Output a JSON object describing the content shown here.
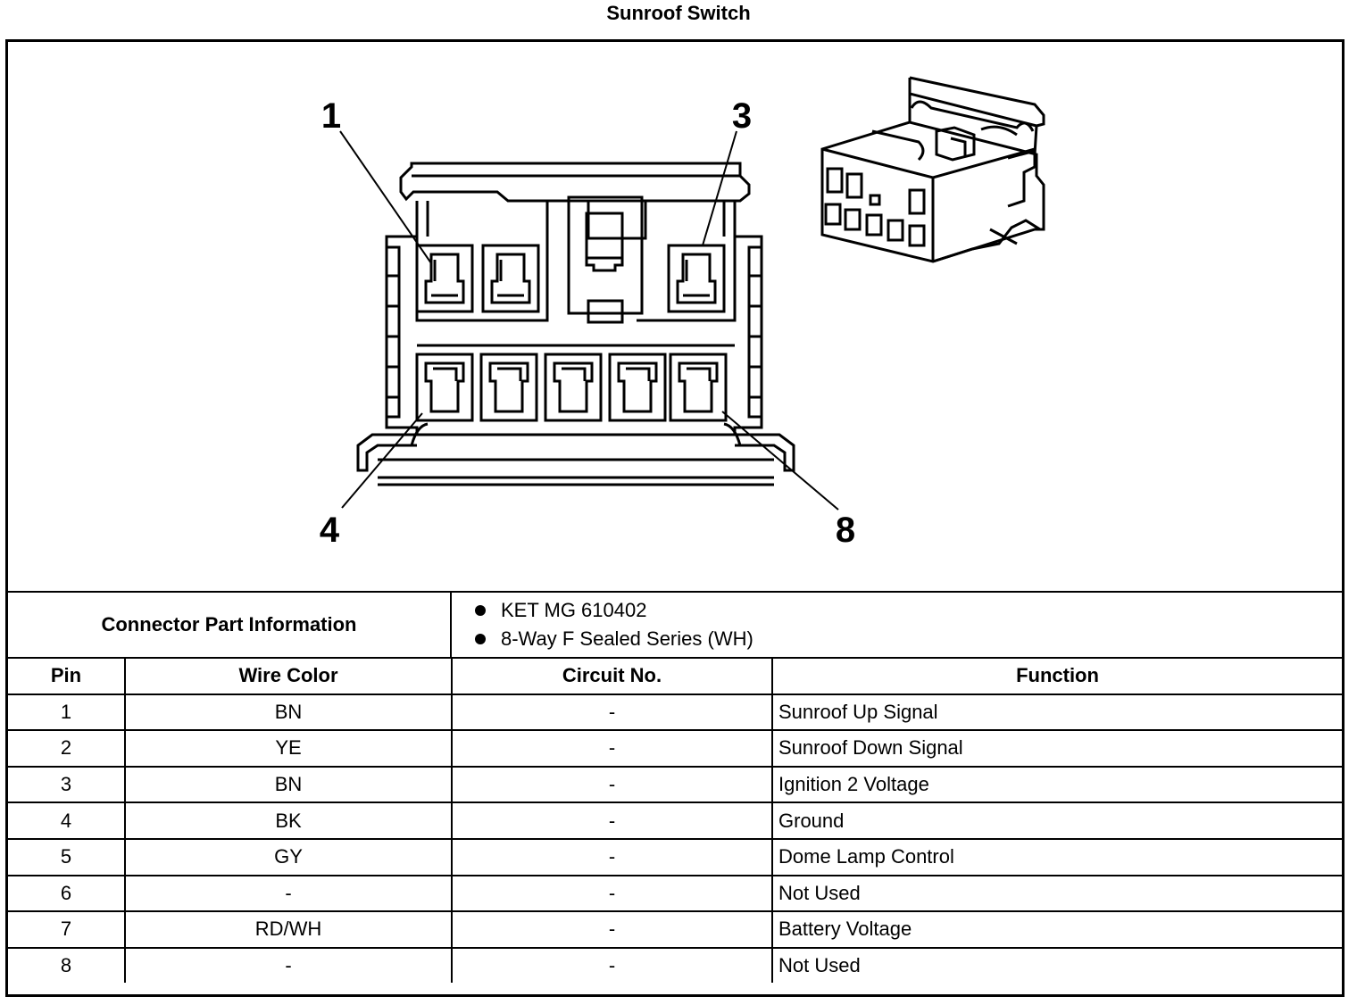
{
  "title": "Sunroof Switch",
  "diagram": {
    "pin_callouts": [
      "1",
      "3",
      "4",
      "8"
    ]
  },
  "connector_info": {
    "label": "Connector Part Information",
    "items": [
      "KET MG 610402",
      "8-Way F Sealed Series (WH)"
    ]
  },
  "table": {
    "headers": [
      "Pin",
      "Wire Color",
      "Circuit No.",
      "Function"
    ],
    "rows": [
      {
        "pin": "1",
        "wire": "BN",
        "circuit": "-",
        "function": "Sunroof Up Signal"
      },
      {
        "pin": "2",
        "wire": "YE",
        "circuit": "-",
        "function": "Sunroof Down Signal"
      },
      {
        "pin": "3",
        "wire": "BN",
        "circuit": "-",
        "function": "Ignition 2 Voltage"
      },
      {
        "pin": "4",
        "wire": "BK",
        "circuit": "-",
        "function": "Ground"
      },
      {
        "pin": "5",
        "wire": "GY",
        "circuit": "-",
        "function": "Dome Lamp Control"
      },
      {
        "pin": "6",
        "wire": "-",
        "circuit": "-",
        "function": "Not Used"
      },
      {
        "pin": "7",
        "wire": "RD/WH",
        "circuit": "-",
        "function": "Battery Voltage"
      },
      {
        "pin": "8",
        "wire": "-",
        "circuit": "-",
        "function": "Not Used"
      }
    ]
  }
}
